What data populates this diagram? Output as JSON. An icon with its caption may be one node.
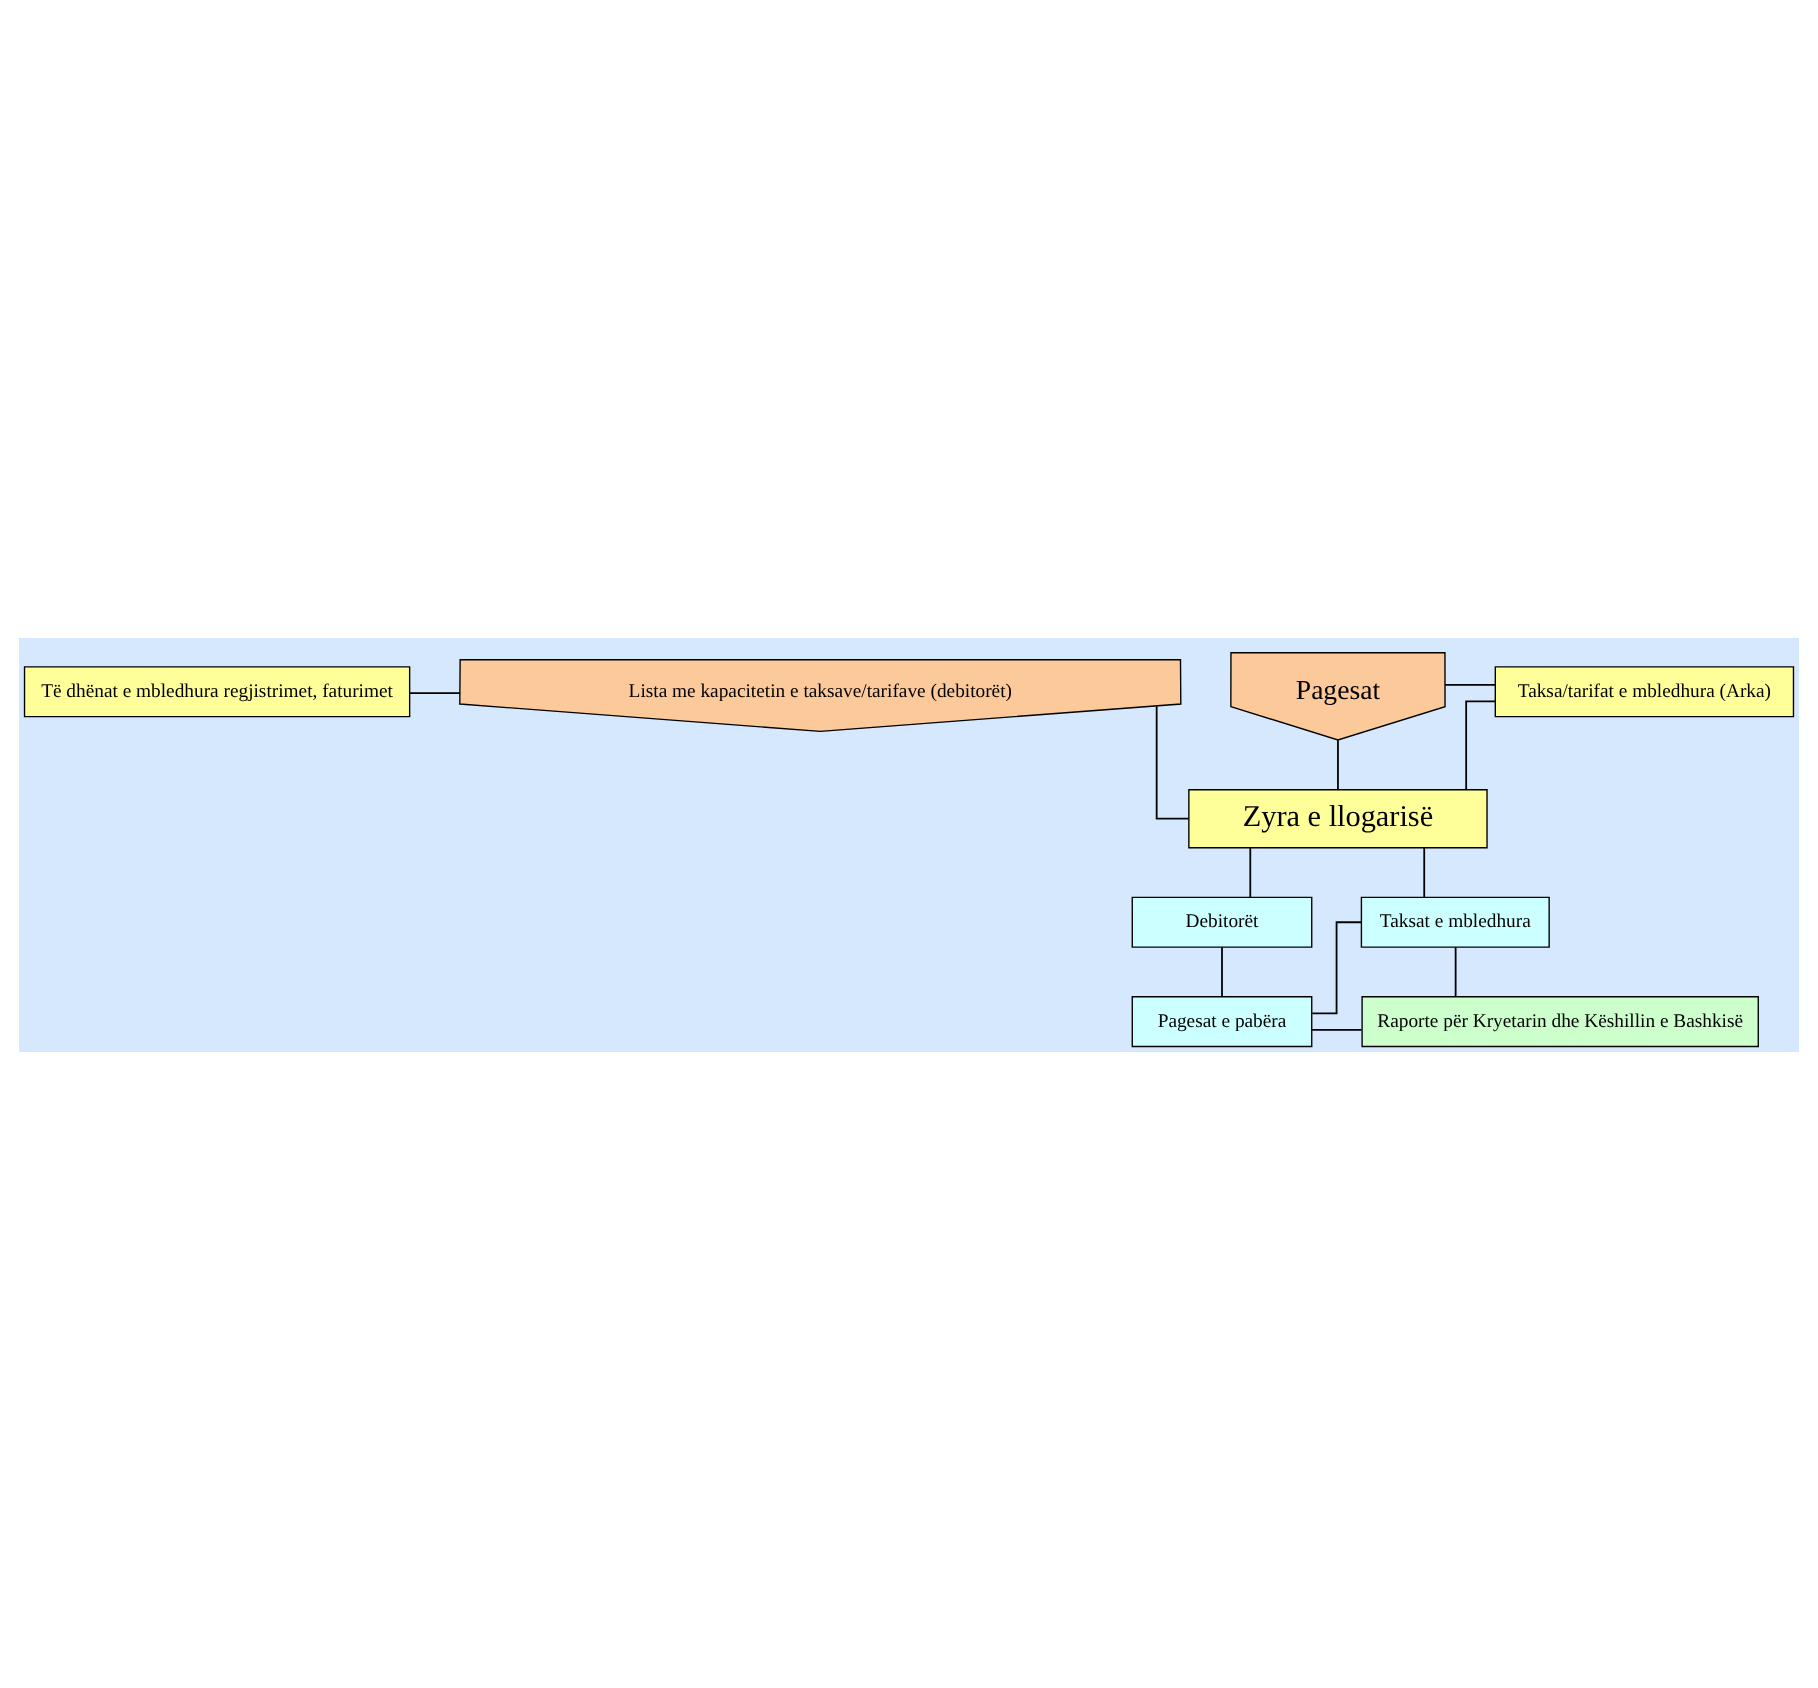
{
  "diagram": {
    "nodes": [
      {
        "text": [
          "Të dhënat e mbledhura regjistrimet, faturimet"
        ]
      },
      {
        "text": [
          "Lista me kapacitetin e taksave/tarifave (debitorët)"
        ]
      },
      {
        "text": [
          "Taksa/tarifat e mbledhura (Arka)"
        ]
      },
      {
        "text": [
          "Pagesat"
        ]
      },
      {
        "text": [
          "Zyra e llogarisë"
        ]
      },
      {
        "text": [
          "Debitorët"
        ]
      },
      {
        "text": [
          "Taksat e mbledhura"
        ]
      },
      {
        "text": [
          "Pagesat e pabëra"
        ]
      },
      {
        "text": [
          "Raporte për Kryetarin dhe Këshillin e Bashkisë"
        ]
      }
    ],
    "edges": [
      {
        "from": 0,
        "to": 1,
        "arrow": "none"
      },
      {
        "from": 2,
        "to": 4,
        "arrow": "none"
      },
      {
        "from": 1,
        "to": 4,
        "arrow": "none"
      },
      {
        "from": 3,
        "to": 2,
        "arrow": "none"
      },
      {
        "from": 3,
        "to": 4,
        "arrow": "none"
      },
      {
        "from": 4,
        "to": 5,
        "arrow": "none"
      },
      {
        "from": 4,
        "to": 6,
        "arrow": "none"
      },
      {
        "from": 5,
        "to": 7,
        "arrow": "none"
      },
      {
        "from": 6,
        "to": 7,
        "arrow": "none"
      },
      {
        "from": 6,
        "to": 8,
        "arrow": "none"
      },
      {
        "from": 7,
        "to": 8,
        "arrow": "none"
      }
    ]
  }
}
